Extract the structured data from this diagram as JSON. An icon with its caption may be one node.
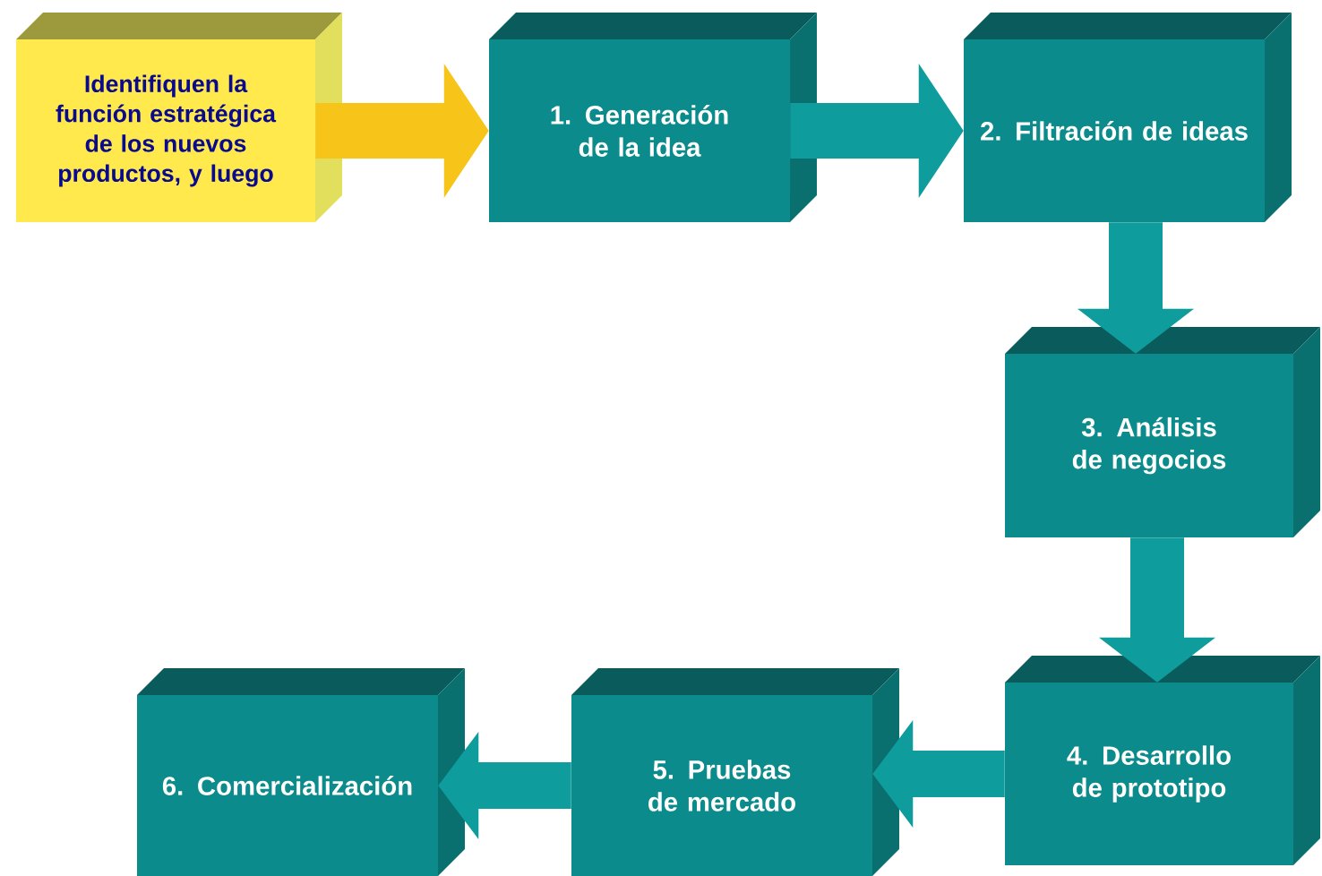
{
  "diagram": {
    "nodes": [
      {
        "text": [
          "Identifiquen la función estratégica de los nuevos productos, y luego"
        ]
      },
      {
        "text": [
          "1. Generación de la idea"
        ]
      },
      {
        "text": [
          "2. Filtración de ideas"
        ]
      },
      {
        "text": [
          "3. Análisis de negocios"
        ]
      },
      {
        "text": [
          "4. Desarrollo de prototipo"
        ]
      },
      {
        "text": [
          "5. Pruebas de mercado"
        ]
      },
      {
        "text": [
          "6. Comercialización"
        ]
      }
    ],
    "edges": [
      {
        "from": 0,
        "to": 1,
        "arrow": "to",
        "color": "#f7c51a"
      },
      {
        "from": 1,
        "to": 2,
        "arrow": "to"
      },
      {
        "from": 2,
        "to": 3,
        "arrow": "to"
      },
      {
        "from": 3,
        "to": 4,
        "arrow": "to"
      },
      {
        "from": 4,
        "to": 5,
        "arrow": "to"
      },
      {
        "from": 5,
        "to": 6,
        "arrow": "to"
      }
    ]
  }
}
